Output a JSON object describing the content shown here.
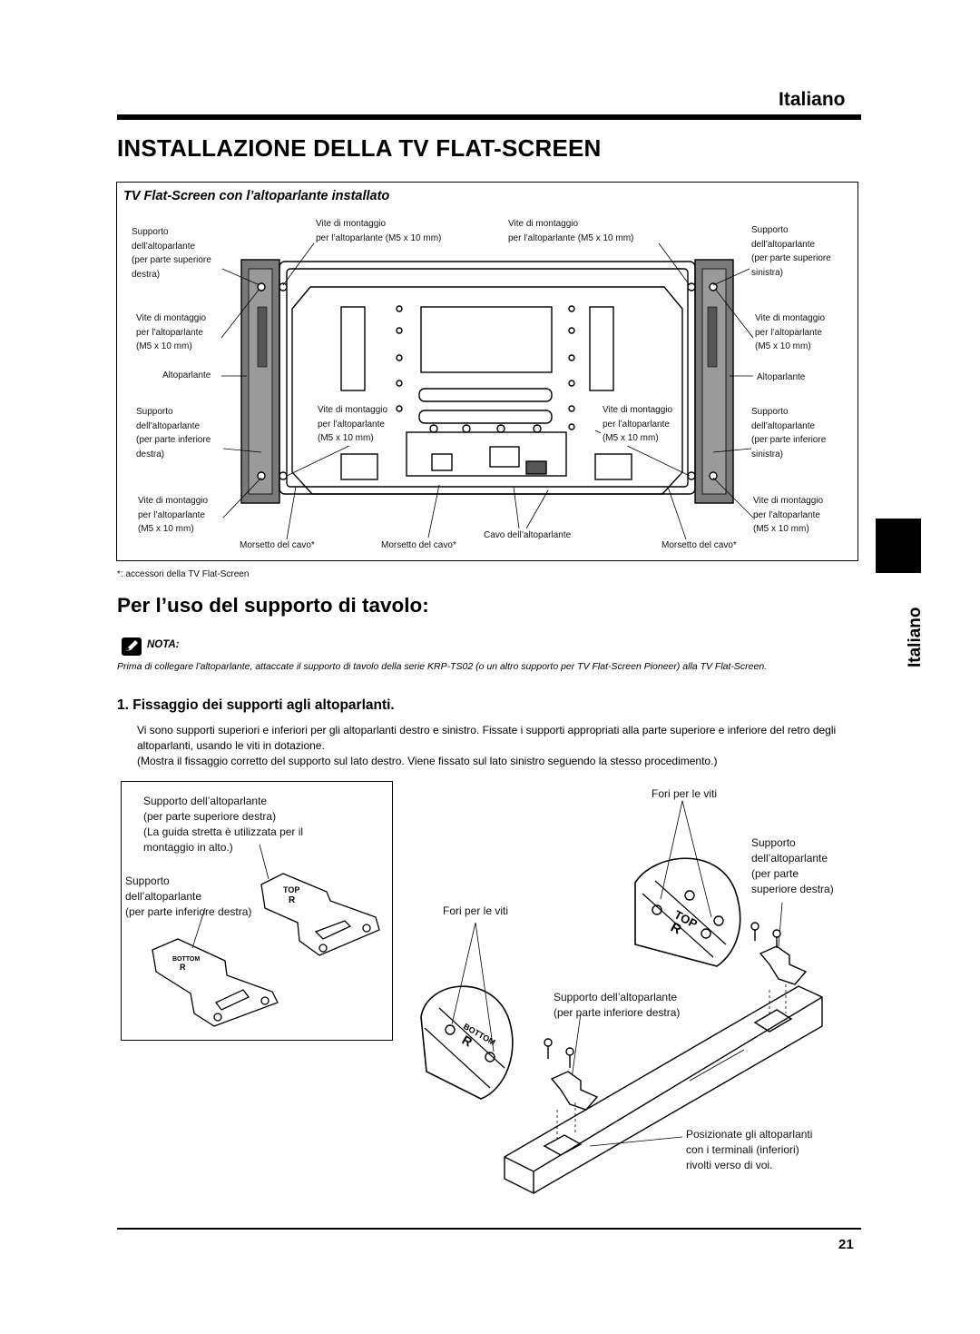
{
  "header": {
    "language_tab": "Italiano"
  },
  "title": "INSTALLAZIONE DELLA TV FLAT-SCREEN",
  "figure1": {
    "title": "TV Flat-Screen con l’altoparlante installato",
    "top_center_left": [
      "Vite di montaggio",
      "per l’altoparlante (M5 x 10 mm)"
    ],
    "top_center_right": [
      "Vite di montaggio",
      "per l’altoparlante (M5 x 10 mm)"
    ],
    "left_bracket_top": [
      "Supporto",
      "dell’altoparlante",
      "(per parte superiore",
      "destra)"
    ],
    "left_screw_upper": [
      "Vite di montaggio",
      "per l’altoparlante",
      "(M5 x 10 mm)"
    ],
    "left_speaker": "Altoparlante",
    "left_bracket_bottom": [
      "Supporto",
      "dell’altoparlante",
      "(per parte inferiore",
      "destra)"
    ],
    "left_screw_lower": [
      "Vite di montaggio",
      "per l’altoparlante",
      "(M5 x 10 mm)"
    ],
    "right_bracket_top": [
      "Supporto",
      "dell’altoparlante",
      "(per parte superiore",
      "sinistra)"
    ],
    "right_screw_upper": [
      "Vite di montaggio",
      "per l’altoparlante",
      "(M5 x 10 mm)"
    ],
    "right_speaker": "Altoparlante",
    "right_bracket_bottom": [
      "Supporto",
      "dell’altoparlante",
      "(per parte inferiore",
      "sinistra)"
    ],
    "right_screw_lower": [
      "Vite di montaggio",
      "per l’altoparlante",
      "(M5 x 10 mm)"
    ],
    "center_screw_left": [
      "Vite di montaggio",
      "per l’altoparlante",
      "(M5 x 10 mm)"
    ],
    "center_screw_right": [
      "Vite di montaggio",
      "per l’altoparlante",
      "(M5 x 10 mm)"
    ],
    "cable_clamp_left": "Morsetto del cavo*",
    "cable_clamp_center": "Morsetto del cavo*",
    "cable_clamp_right": "Morsetto del cavo*",
    "speaker_cable": "Cavo dell’altoparlante"
  },
  "footnote": "*: accessori della TV Flat-Screen",
  "side_tab": "Italiano",
  "section_title": "Per l’uso del supporto di tavolo:",
  "nota": {
    "label": "NOTA:",
    "text": "Prima di collegare l’altoparlante, attaccate il supporto di tavolo della serie KRP-TS02 (o un altro supporto per TV Flat-Screen Pioneer) alla TV Flat-Screen."
  },
  "step1": {
    "title": "1.  Fissaggio dei supporti agli altoparlanti.",
    "para1": "Vi sono supporti superiori e inferiori per gli altoparlanti destro e sinistro. Fissate i supporti appropriati alla parte superiore e inferiore del retro degli altoparlanti, usando le viti in dotazione.",
    "para2": "(Mostra il fissaggio corretto del supporto sul lato destro. Viene fissato sul lato sinistro seguendo la stesso procedimento.)"
  },
  "figure2": {
    "upper_bracket": [
      "Supporto dell’altoparlante",
      "(per parte superiore destra)",
      "(La guida stretta è utilizzata per il",
      "montaggio in alto.)"
    ],
    "lower_bracket": [
      "Supporto",
      "dell’altoparlante",
      "(per parte inferiore destra)"
    ],
    "top_mark": "TOP",
    "r_mark": "R",
    "bottom_mark": "BOTTOM"
  },
  "figure3": {
    "holes_top": "Fori per le viti",
    "holes_mid": "Fori per le viti",
    "upper_bracket": [
      "Supporto",
      "dell’altoparlante",
      "(per parte",
      "superiore destra)"
    ],
    "lower_bracket": [
      "Supporto dell’altoparlante",
      "(per parte inferiore destra)"
    ],
    "position_note": [
      "Posizionate gli altoparlanti",
      "con i terminali (inferiori)",
      "rivolti verso di voi."
    ],
    "top_mark": "TOP",
    "r_mark": "R",
    "bottom_mark": "BOTTOM"
  },
  "page_number": "21"
}
